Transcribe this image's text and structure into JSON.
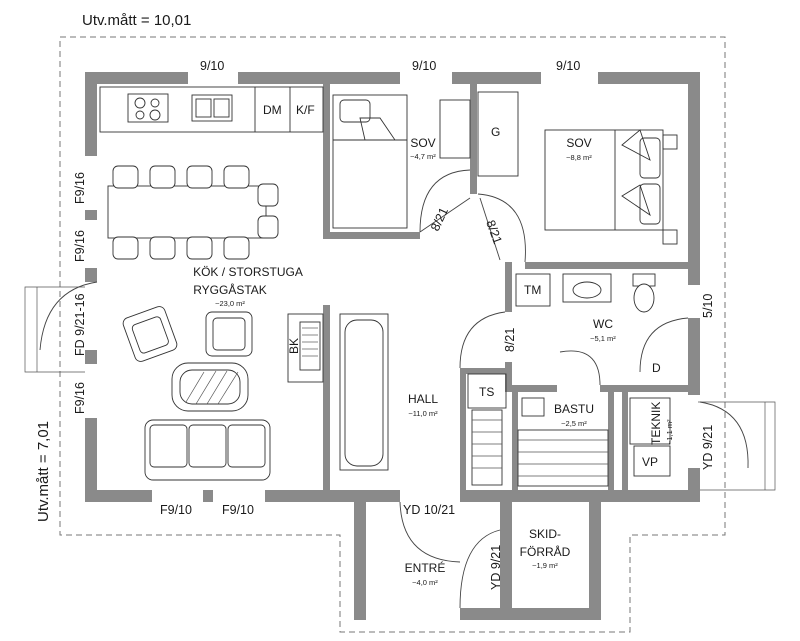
{
  "outer_width_label": "Utv.mått = 10,01",
  "outer_height_label": "Utv.mått = 7,01",
  "rooms": {
    "kok": {
      "name_line1": "KÖK / STORSTUGA",
      "name_line2": "RYGGÅSTAK",
      "area": "~23,0 m²"
    },
    "sov1": {
      "name": "SOV",
      "area": "~4,7 m²"
    },
    "sov2": {
      "name": "SOV",
      "area": "~8,8 m²"
    },
    "wc": {
      "name": "WC",
      "area": "~5,1 m²"
    },
    "hall": {
      "name": "HALL",
      "area": "~11,0 m²"
    },
    "bastu": {
      "name": "BASTU",
      "area": "~2,5 m²"
    },
    "teknik": {
      "name": "TEKNIK",
      "area": "~1,1 m²"
    },
    "entre": {
      "name": "ENTRÉ",
      "area": "~4,0 m²"
    },
    "skidforrad": {
      "name_line1": "SKID-",
      "name_line2": "FÖRRÅD",
      "area": "~1,9 m²"
    }
  },
  "fixtures": {
    "dm": "DM",
    "kf": "K/F",
    "g": "G",
    "tm": "TM",
    "ts": "TS",
    "d": "D",
    "vp": "VP",
    "bk": "BK"
  },
  "openings": {
    "top_window_1": "9/10",
    "top_window_2": "9/10",
    "top_window_3": "9/10",
    "left_window_1": "F9/16",
    "left_window_2": "F9/16",
    "left_door": "FD 9/21-16",
    "left_window_3": "F9/16",
    "bottom_window_1": "F9/10",
    "bottom_window_2": "F9/10",
    "sov1_door": "8/21",
    "sov2_door": "8/21",
    "wc_door": "8/21",
    "right_window": "5/10",
    "right_door": "YD 9/21",
    "entry_door": "YD 10/21",
    "skid_door": "YD 9/21"
  }
}
